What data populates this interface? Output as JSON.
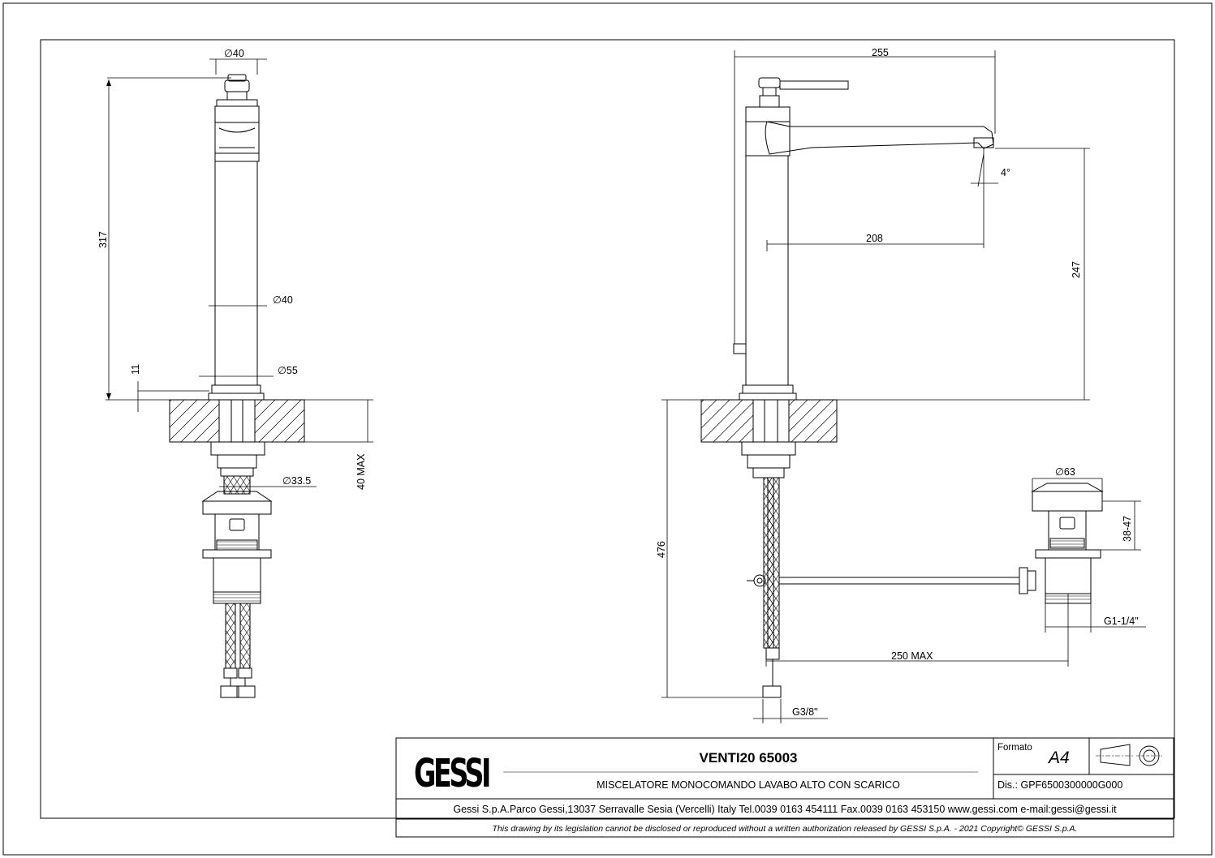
{
  "drawing": {
    "side_view": {
      "dims": {
        "top_diameter": "∅40",
        "body_diameter": "∅40",
        "base_diameter": "∅55",
        "tail_diameter": "∅33.5",
        "total_height": "317",
        "base_height": "11",
        "deck_thickness": "40 MAX"
      }
    },
    "front_view": {
      "dims": {
        "overall_width": "255",
        "spout_reach": "208",
        "spout_height": "247",
        "spout_angle": "4°",
        "hose_length": "476",
        "connection": "G3/8\"",
        "rod_length": "250 MAX"
      }
    },
    "waste_view": {
      "dims": {
        "plug_diameter": "∅63",
        "plug_height": "38-47",
        "thread": "G1-1/4\""
      }
    }
  },
  "title_block": {
    "logo": "GESSI",
    "product_title": "VENTI20 65003",
    "description": "MISCELATORE MONOCOMANDO LAVABO ALTO CON SCARICO",
    "format_label": "Formato",
    "format_value": "A4",
    "drawing_number": "Dis.: GPF6500300000G000",
    "company_info": "Gessi S.p.A.Parco Gessi,13037 Serravalle Sesia (Vercelli) Italy Tel.0039 0163 454111 Fax.0039 0163 453150 www.gessi.com e-mail:gessi@gessi.it",
    "legal_notice": "This drawing by its legislation cannot be disclosed or reproduced without a written authorization released by GESSI S.p.A. - 2021 Copyright© GESSI S.p.A."
  }
}
